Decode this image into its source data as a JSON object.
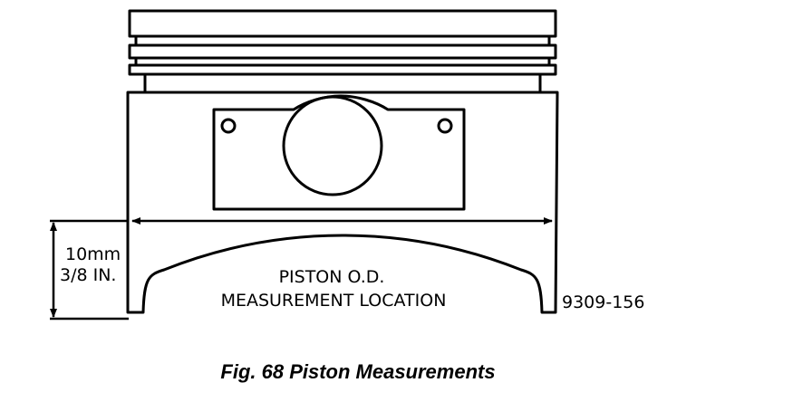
{
  "diagram": {
    "dimension_metric": "10mm",
    "dimension_imperial": "3/8 IN.",
    "label_line1": "PISTON O.D.",
    "label_line2": "MEASUREMENT LOCATION",
    "figure_code": "9309-156",
    "caption": "Fig. 68 Piston Measurements"
  },
  "colors": {
    "ink": "#000000",
    "background": "#ffffff"
  }
}
